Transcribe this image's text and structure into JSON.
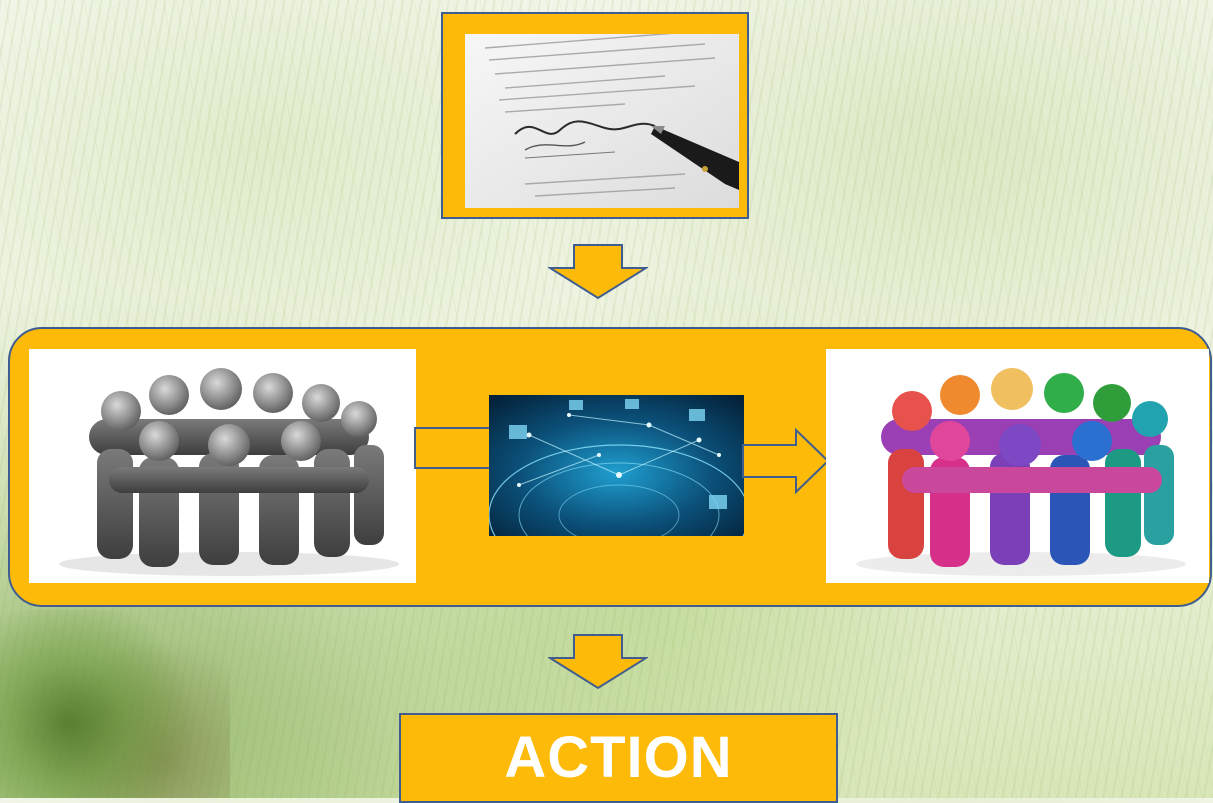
{
  "action": {
    "label": "ACTION"
  },
  "colors": {
    "box_fill": "#FDBA08",
    "box_border": "#3F5E8F",
    "label_text": "#FFFFFF"
  },
  "images": {
    "document": "signed-document-with-pen",
    "group_before": "grey-figures-circle",
    "network": "network-globe",
    "group_after": "colorful-figures-circle"
  }
}
